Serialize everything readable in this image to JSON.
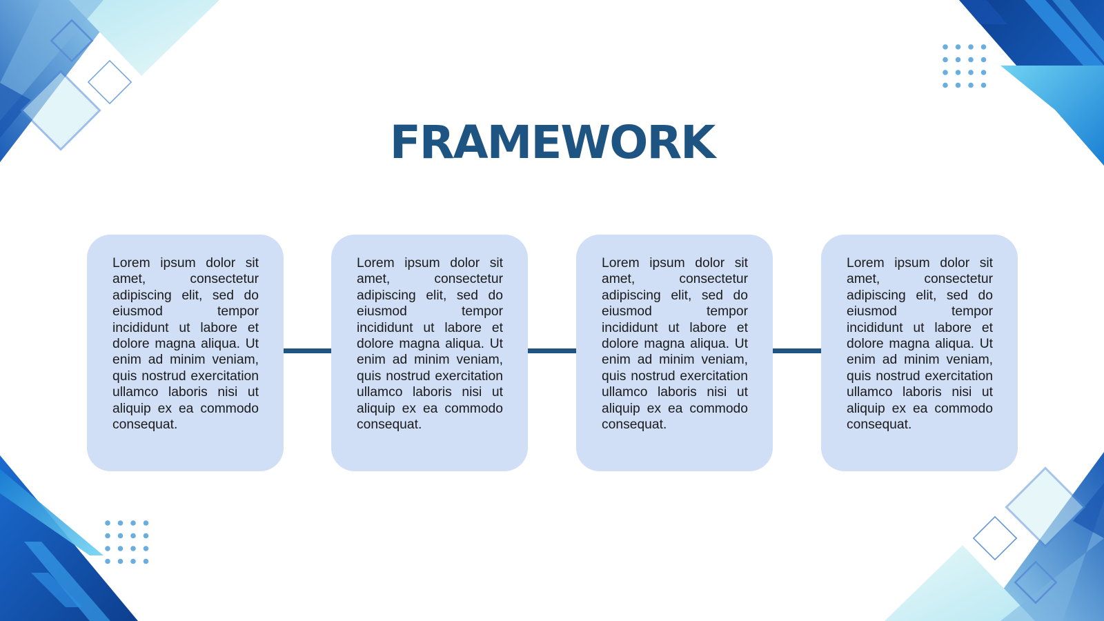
{
  "title": "FRAMEWORK",
  "cards": [
    {
      "text": "Lorem ipsum dolor sit amet, consectetur adipiscing elit, sed do eiusmod tempor incididunt ut labore et dolore magna aliqua. Ut enim ad minim veniam, quis nostrud exercitation ullamco laboris nisi ut aliquip ex ea commodo consequat."
    },
    {
      "text": "Lorem ipsum dolor sit amet, consectetur adipiscing elit, sed do eiusmod tempor incididunt ut labore et dolore magna aliqua. Ut enim ad minim veniam, quis nostrud exercitation ullamco laboris nisi ut aliquip ex ea commodo consequat."
    },
    {
      "text": "Lorem ipsum dolor sit amet, consectetur adipiscing elit, sed do eiusmod tempor incididunt ut labore et dolore magna aliqua. Ut enim ad minim veniam, quis nostrud exercitation ullamco laboris nisi ut aliquip ex ea commodo consequat."
    },
    {
      "text": "Lorem ipsum dolor sit amet, consectetur adipiscing elit, sed do eiusmod tempor incididunt ut labore et dolore magna aliqua. Ut enim ad minim veniam, quis nostrud exercitation ullamco laboris nisi ut aliquip ex ea commodo consequat."
    }
  ],
  "colors": {
    "title": "#1e5482",
    "card_background": "#d0dff6",
    "connector": "#1e5482",
    "accent_dark": "#0d3f8f",
    "accent_light": "#5bc4ef"
  }
}
